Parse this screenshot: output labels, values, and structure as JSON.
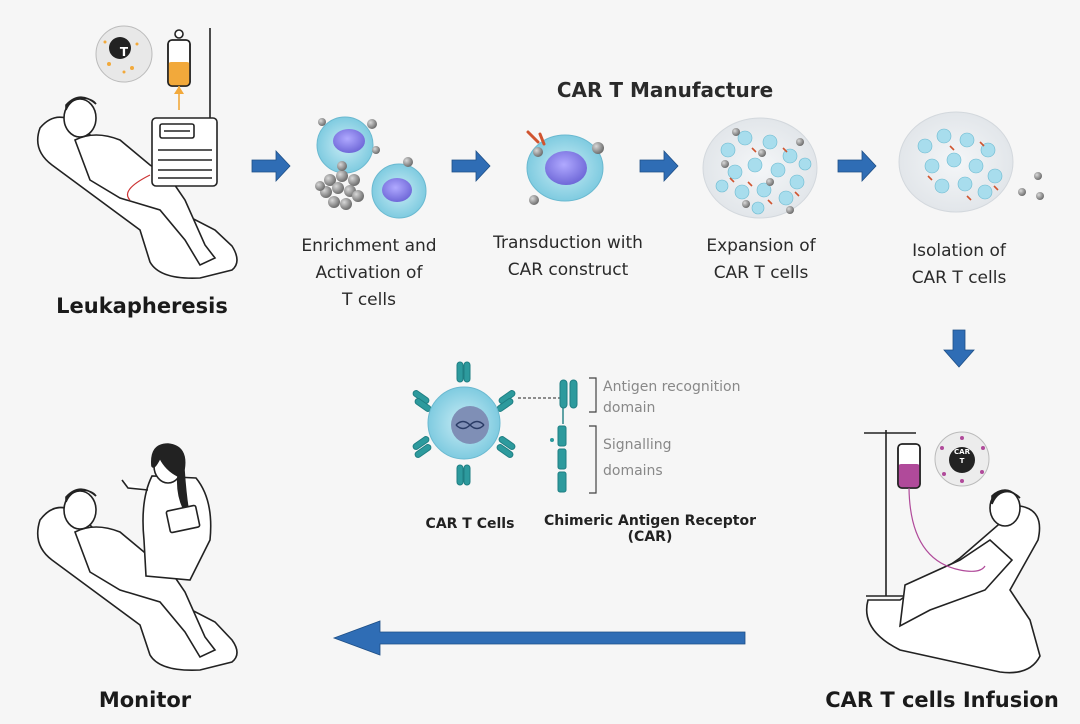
{
  "title": "CAR T Manufacture",
  "steps": {
    "leukapheresis": "Leukapheresis",
    "enrichment_l1": "Enrichment and",
    "enrichment_l2": "Activation of",
    "enrichment_l3": "T cells",
    "transduction_l1": "Transduction with",
    "transduction_l2": "CAR construct",
    "expansion_l1": "Expansion of",
    "expansion_l2": "CAR T cells",
    "isolation_l1": "Isolation of",
    "isolation_l2": "CAR T cells",
    "infusion": "CAR T cells Infusion",
    "monitor": "Monitor"
  },
  "car_detail": {
    "antigen_l1": "Antigen recognition",
    "antigen_l2": "domain",
    "signal_l1": "Signalling",
    "signal_l2": "domains",
    "cells_caption": "CAR T Cells",
    "receptor_caption": "Chimeric Antigen Receptor (CAR)"
  },
  "icons": {
    "t_badge": "T",
    "car_badge_l1": "CAR",
    "car_badge_l2": "T"
  },
  "colors": {
    "arrow": "#2f6db5",
    "cell": "#8fd2e6",
    "nucleus": "#8b86e8",
    "receptor": "#1f7f83",
    "antibody": "#d0542f",
    "bag_orange": "#f2a93b",
    "bag_purple": "#b04a9a"
  }
}
